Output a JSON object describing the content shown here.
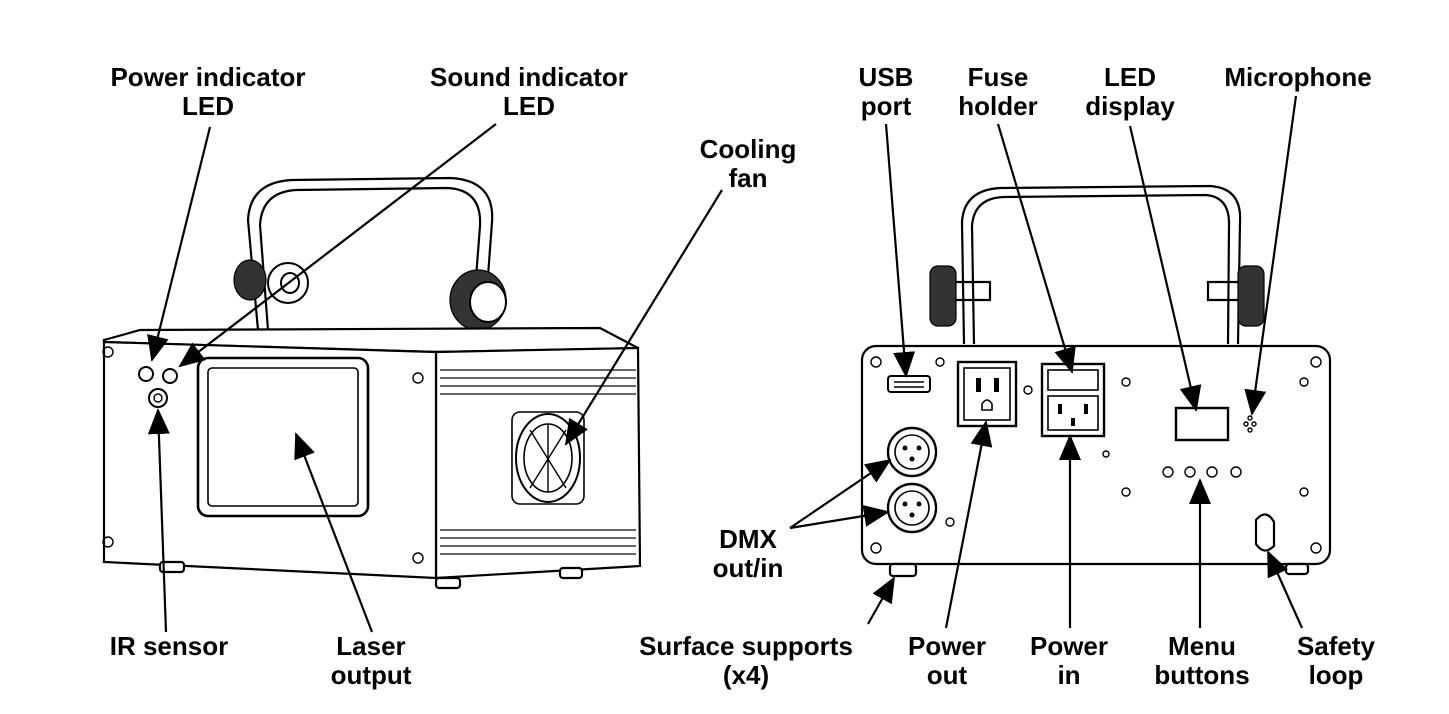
{
  "labels": {
    "power_indicator": [
      "Power indicator",
      "LED"
    ],
    "sound_indicator": [
      "Sound indicator",
      "LED"
    ],
    "cooling_fan": [
      "Cooling",
      "fan"
    ],
    "ir_sensor": [
      "IR sensor"
    ],
    "laser_output": [
      "Laser",
      "output"
    ],
    "usb_port": [
      "USB",
      "port"
    ],
    "fuse_holder": [
      "Fuse",
      "holder"
    ],
    "led_display": [
      "LED",
      "display"
    ],
    "microphone": [
      "Microphone"
    ],
    "dmx": [
      "DMX",
      "out/in"
    ],
    "surface_supports": [
      "Surface supports",
      "(x4)"
    ],
    "power_out": [
      "Power",
      "out"
    ],
    "power_in": [
      "Power",
      "in"
    ],
    "menu_buttons": [
      "Menu",
      "buttons"
    ],
    "safety_loop": [
      "Safety",
      "loop"
    ]
  }
}
